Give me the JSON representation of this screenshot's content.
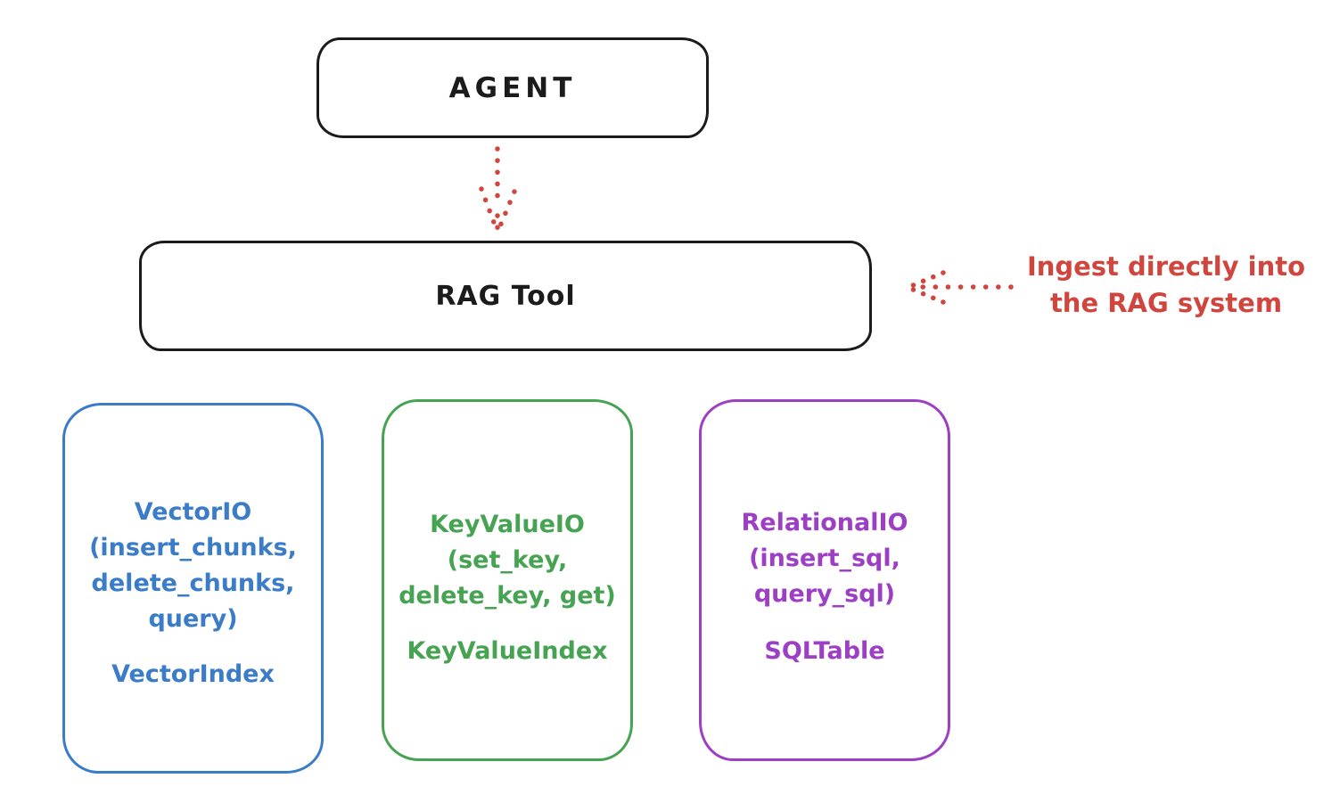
{
  "colors": {
    "ink": "#1b1b1b",
    "red": "#d0453e",
    "blue": "#3b7cc8",
    "green": "#46a352",
    "purple": "#9c3fc5"
  },
  "agent": {
    "label": "AGENT"
  },
  "rag_tool": {
    "label": "RAG Tool"
  },
  "annotation": {
    "line1": "Ingest directly into",
    "line2": "the RAG system"
  },
  "vector_box": {
    "title": "VectorIO",
    "method_lines": [
      "(insert_chunks,",
      "delete_chunks,",
      "query)"
    ],
    "index": "VectorIndex"
  },
  "keyvalue_box": {
    "title": "KeyValueIO",
    "method_lines": [
      "(set_key,",
      "delete_key, get)"
    ],
    "index": "KeyValueIndex"
  },
  "relational_box": {
    "title": "RelationalIO",
    "method_lines": [
      "(insert_sql,",
      "query_sql)"
    ],
    "index": "SQLTable"
  }
}
